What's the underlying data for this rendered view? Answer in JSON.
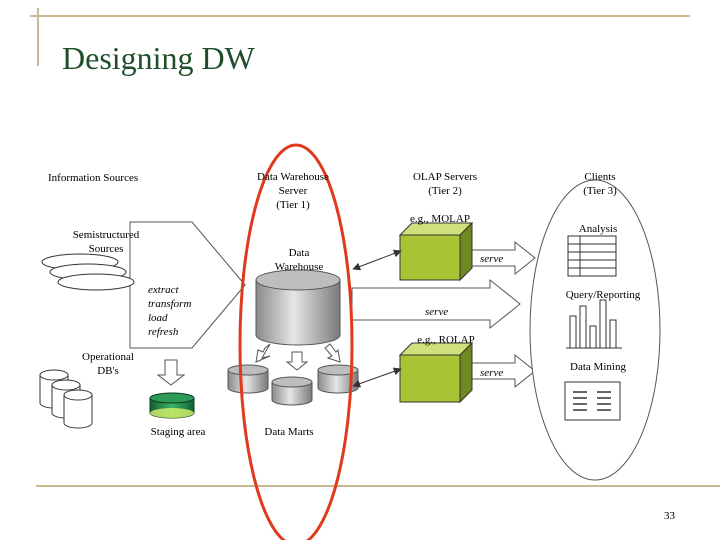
{
  "title": "Designing DW",
  "columns": {
    "info_sources": "Information Sources",
    "dw_server": [
      "Data Warehouse",
      "Server",
      "(Tier 1)"
    ],
    "olap_servers": [
      "OLAP Servers",
      "(Tier 2)"
    ],
    "clients": [
      "Clients",
      "(Tier 3)"
    ]
  },
  "sources": {
    "semistructured": [
      "Semistructured",
      "Sources"
    ],
    "operational": [
      "Operational",
      "DB's"
    ]
  },
  "etl": [
    "extract",
    "transform",
    "load",
    "refresh"
  ],
  "staging": "Staging area",
  "warehouse": [
    "Data",
    "Warehouse"
  ],
  "marts": "Data Marts",
  "olap": {
    "molap": "e.g., MOLAP",
    "rolap": "e.g., ROLAP"
  },
  "serve": "serve",
  "client_tools": {
    "analysis": "Analysis",
    "query": "Query/Reporting",
    "mining": "Data Mining"
  },
  "page_number": "33",
  "colors": {
    "title": "#1f4f2a",
    "frame": "#c9b98e",
    "olap_box": "#a8c435",
    "staging": "#1f8a4c",
    "highlight": "#e03a1c"
  }
}
